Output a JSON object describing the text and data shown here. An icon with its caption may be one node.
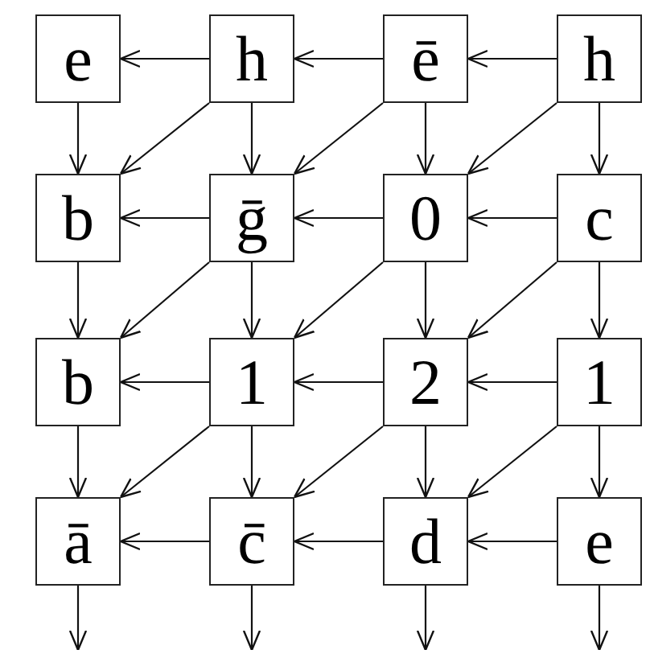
{
  "diagram": {
    "nodes": [
      {
        "text": [
          "e"
        ]
      },
      {
        "text": [
          "h"
        ]
      },
      {
        "text": [
          "ē"
        ]
      },
      {
        "text": [
          "h"
        ]
      },
      {
        "text": [
          "b"
        ]
      },
      {
        "text": [
          "ḡ"
        ]
      },
      {
        "text": [
          "0"
        ]
      },
      {
        "text": [
          "c"
        ]
      },
      {
        "text": [
          "b"
        ]
      },
      {
        "text": [
          "1"
        ]
      },
      {
        "text": [
          "2"
        ]
      },
      {
        "text": [
          "1"
        ]
      },
      {
        "text": [
          "ā"
        ]
      },
      {
        "text": [
          "c̄"
        ]
      },
      {
        "text": [
          "d"
        ]
      },
      {
        "text": [
          "e"
        ]
      }
    ],
    "edges": [
      {
        "from": 1,
        "to": 0,
        "arrow": "to"
      },
      {
        "from": 2,
        "to": 1,
        "arrow": "to"
      },
      {
        "from": 3,
        "to": 2,
        "arrow": "to"
      },
      {
        "from": 0,
        "to": 4,
        "arrow": "to"
      },
      {
        "from": 1,
        "to": 4,
        "arrow": "to"
      },
      {
        "from": 1,
        "to": 5,
        "arrow": "to"
      },
      {
        "from": 2,
        "to": 5,
        "arrow": "to"
      },
      {
        "from": 2,
        "to": 6,
        "arrow": "to"
      },
      {
        "from": 3,
        "to": 6,
        "arrow": "to"
      },
      {
        "from": 3,
        "to": 7,
        "arrow": "to"
      },
      {
        "from": 5,
        "to": 4,
        "arrow": "to"
      },
      {
        "from": 6,
        "to": 5,
        "arrow": "to"
      },
      {
        "from": 7,
        "to": 6,
        "arrow": "to"
      },
      {
        "from": 4,
        "to": 8,
        "arrow": "to"
      },
      {
        "from": 5,
        "to": 8,
        "arrow": "to"
      },
      {
        "from": 5,
        "to": 9,
        "arrow": "to"
      },
      {
        "from": 6,
        "to": 9,
        "arrow": "to"
      },
      {
        "from": 6,
        "to": 10,
        "arrow": "to"
      },
      {
        "from": 7,
        "to": 10,
        "arrow": "to"
      },
      {
        "from": 7,
        "to": 11,
        "arrow": "to"
      },
      {
        "from": 9,
        "to": 8,
        "arrow": "to"
      },
      {
        "from": 10,
        "to": 9,
        "arrow": "to"
      },
      {
        "from": 11,
        "to": 10,
        "arrow": "to"
      },
      {
        "from": 8,
        "to": 12,
        "arrow": "to"
      },
      {
        "from": 9,
        "to": 12,
        "arrow": "to"
      },
      {
        "from": 9,
        "to": 13,
        "arrow": "to"
      },
      {
        "from": 10,
        "to": 13,
        "arrow": "to"
      },
      {
        "from": 10,
        "to": 14,
        "arrow": "to"
      },
      {
        "from": 11,
        "to": 14,
        "arrow": "to"
      },
      {
        "from": 11,
        "to": 15,
        "arrow": "to"
      },
      {
        "from": 13,
        "to": 12,
        "arrow": "to"
      },
      {
        "from": 14,
        "to": 13,
        "arrow": "to"
      },
      {
        "from": 15,
        "to": 14,
        "arrow": "to"
      },
      {
        "from": 12,
        "to": null,
        "arrow": "to"
      },
      {
        "from": 13,
        "to": null,
        "arrow": "to"
      },
      {
        "from": 14,
        "to": null,
        "arrow": "to"
      },
      {
        "from": 15,
        "to": null,
        "arrow": "to"
      }
    ]
  }
}
